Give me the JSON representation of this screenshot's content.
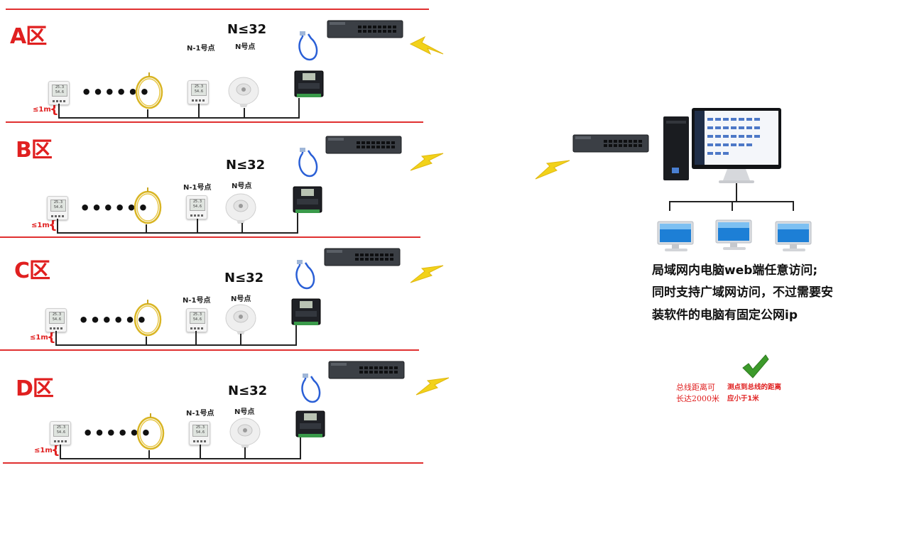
{
  "zones": [
    {
      "id": "A",
      "title": "A区",
      "n_max": "N≤32",
      "node_n1": "N-1号点",
      "node_n": "N号点",
      "distance": "≤1m"
    },
    {
      "id": "B",
      "title": "B区",
      "n_max": "N≤32",
      "node_n1": "N-1号点",
      "node_n": "N号点",
      "distance": "≤1m"
    },
    {
      "id": "C",
      "title": "C区",
      "n_max": "N≤32",
      "node_n1": "N-1号点",
      "node_n": "N号点",
      "distance": "≤1m"
    },
    {
      "id": "D",
      "title": "D区",
      "n_max": "N≤32",
      "node_n1": "N-1号点",
      "node_n": "N号点",
      "distance": "≤1m"
    }
  ],
  "ellipsis": "••••••",
  "sensor_display": {
    "line1": "25.3",
    "line2": "54.6"
  },
  "right_panel": {
    "access_text": {
      "line1": "局域网内电脑web端任意访问;",
      "line2": "同时支持广域网访问，不过需要安",
      "line3": "装软件的电脑有固定公网ip"
    },
    "bus_note": {
      "line1": "总线距离可",
      "line2": "长达2000米"
    },
    "point_note": {
      "line1": "测点到总线的距离",
      "line2": "应小于1米"
    }
  },
  "colors": {
    "accent_red": "#e02020",
    "bolt_yellow": "#f2d21a",
    "cable_blue": "#2a5fd6",
    "cable_yellow": "#d9b524",
    "check_green": "#3c9a2a"
  },
  "icons": [
    "temp-humidity-sensor-icon",
    "cable-coil-icon",
    "smoke-detector-icon",
    "controller-icon",
    "network-switch-icon",
    "ethernet-cable-icon",
    "lightning-icon",
    "desktop-computer-icon",
    "monitor-icon",
    "checkmark-icon"
  ]
}
